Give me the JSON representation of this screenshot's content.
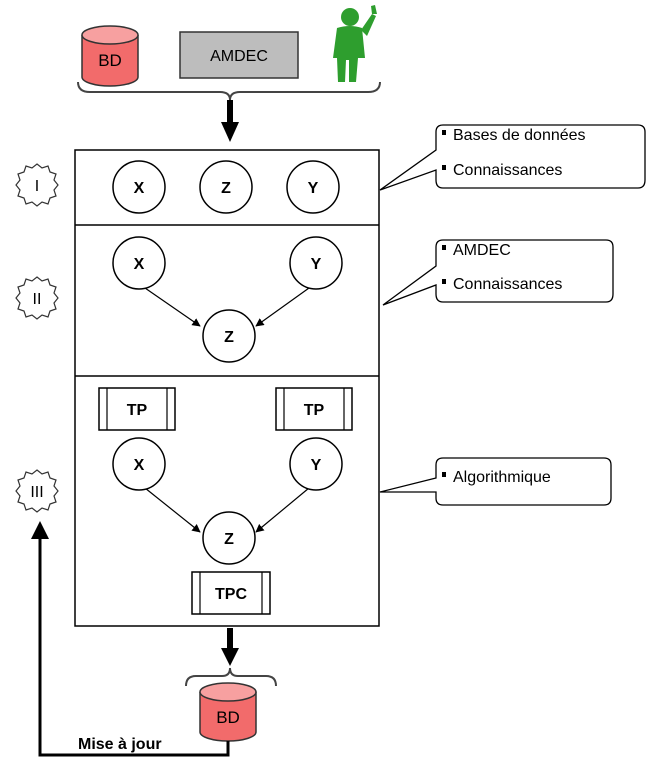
{
  "top": {
    "db_label": "BD",
    "amdec_label": "AMDEC"
  },
  "stages": [
    {
      "roman": "I",
      "nodes": {
        "x": "X",
        "z": "Z",
        "y": "Y"
      }
    },
    {
      "roman": "II",
      "nodes": {
        "x": "X",
        "y": "Y",
        "z": "Z"
      }
    },
    {
      "roman": "III",
      "nodes": {
        "x": "X",
        "y": "Y",
        "z": "Z"
      },
      "procs": {
        "left": "TP",
        "right": "TP",
        "bottom": "TPC"
      }
    }
  ],
  "callouts": [
    {
      "items": [
        "Bases de données",
        "Connaissances"
      ]
    },
    {
      "items": [
        "AMDEC",
        "Connaissances"
      ]
    },
    {
      "items": [
        "Algorithmique"
      ]
    }
  ],
  "bottom": {
    "db_label": "BD",
    "update_label": "Mise à jour"
  },
  "colors": {
    "db_fill": "#f26b6b",
    "amdec_fill": "#bdbdbd",
    "person": "#2e9e2e"
  }
}
